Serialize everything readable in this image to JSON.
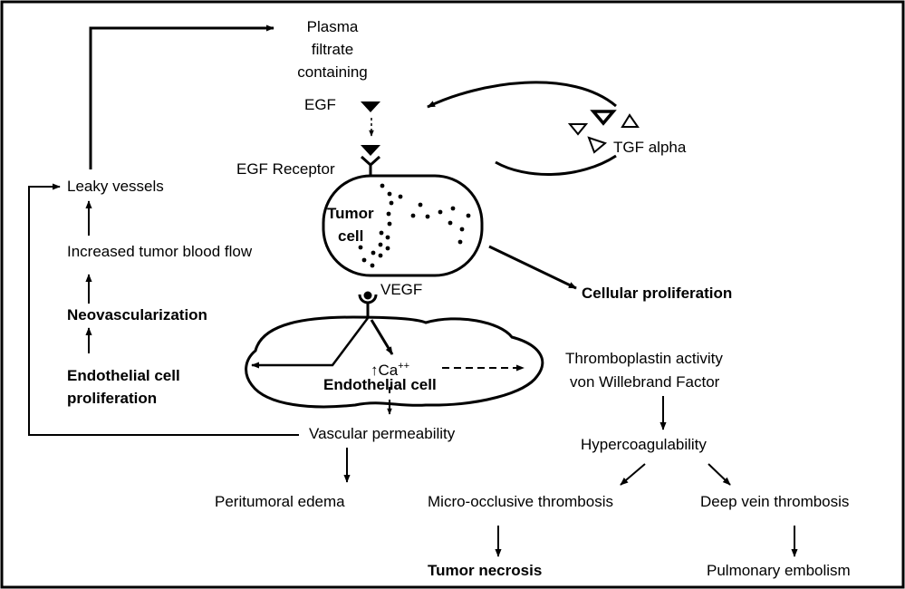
{
  "labels": {
    "plasma_1": "Plasma",
    "plasma_2": "filtrate",
    "plasma_3": "containing",
    "egf": "EGF",
    "tgf_alpha": "TGF alpha",
    "egf_receptor": "EGF Receptor",
    "tumor": "Tumor",
    "cell": "cell",
    "leaky_vessels": "Leaky vessels",
    "increased_flow": "Increased tumor blood flow",
    "neovascularization": "Neovascularization",
    "endothelial_prolif_1": "Endothelial cell",
    "endothelial_prolif_2": "proliferation",
    "vegf": "VEGF",
    "cellular_proliferation": "Cellular proliferation",
    "ca_arrow": "↑",
    "ca": "Ca",
    "ca_charge": "++",
    "endothelial_cell": "Endothelial cell",
    "thromboplastin": "Thromboplastin activity",
    "von_willebrand": "von Willebrand Factor",
    "vascular_permeability": "Vascular permeability",
    "hypercoagulability": "Hypercoagulability",
    "peritumoral_edema": "Peritumoral edema",
    "micro_occlusive": "Micro-occlusive thrombosis",
    "deep_vein": "Deep vein thrombosis",
    "tumor_necrosis": "Tumor necrosis",
    "pulmonary_embolism": "Pulmonary embolism"
  },
  "colors": {
    "ink": "#000000",
    "paper": "#ffffff"
  }
}
